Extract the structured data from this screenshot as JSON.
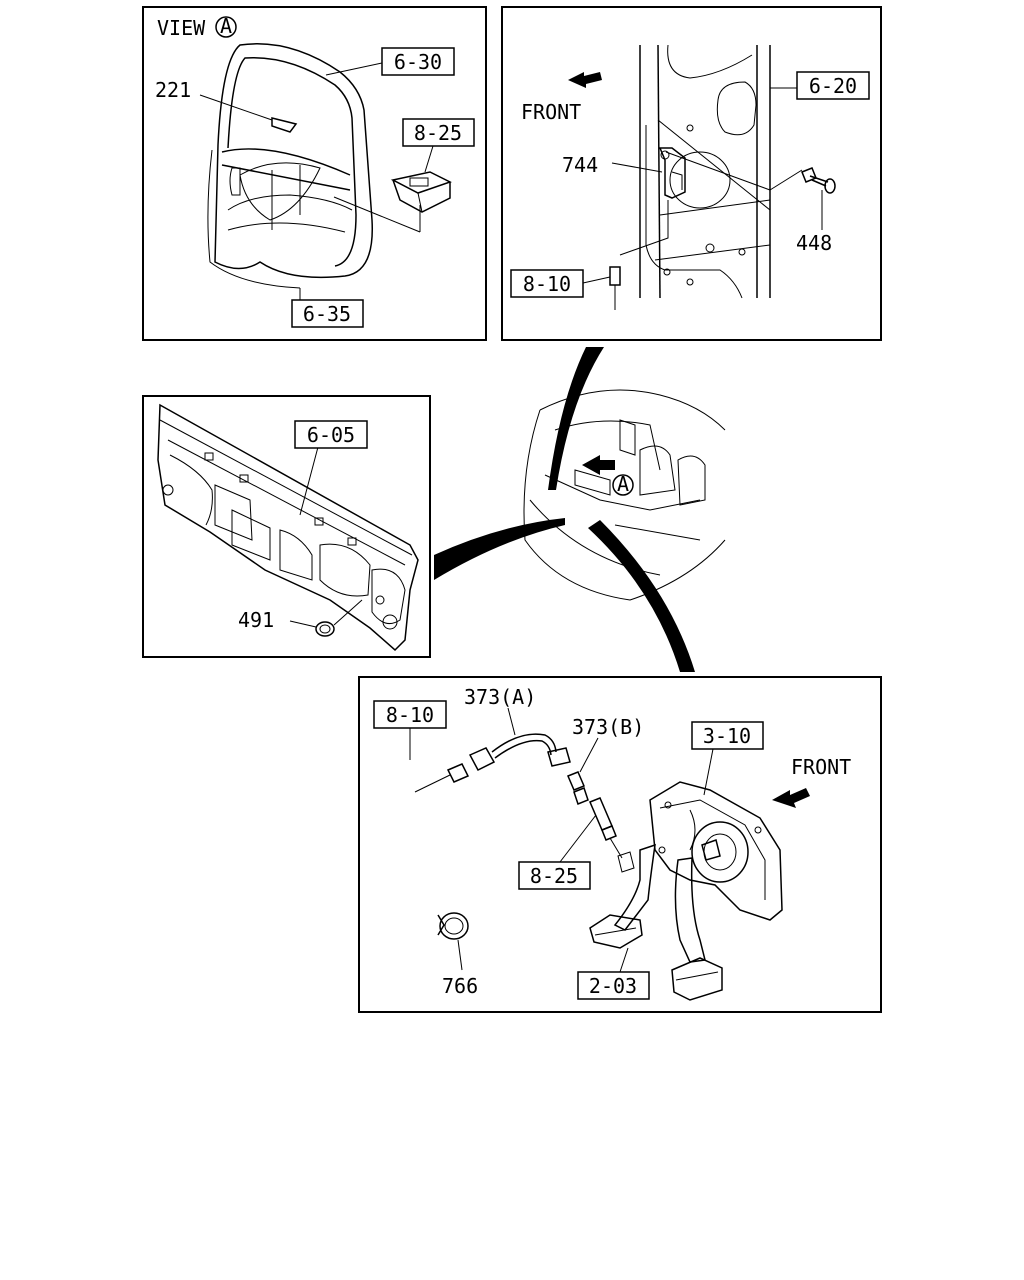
{
  "panels": {
    "view_a": {
      "view_text": "VIEW",
      "view_circle": "A",
      "refs": [
        "6-30",
        "8-25",
        "6-35"
      ],
      "parts": [
        "221"
      ]
    },
    "pillar": {
      "front_text": "FRONT",
      "refs": [
        "6-20",
        "8-10"
      ],
      "parts": [
        "744",
        "448"
      ]
    },
    "dash_panel": {
      "refs": [
        "6-05"
      ],
      "parts": [
        "491"
      ]
    },
    "cab_overview": {
      "circle": "A"
    },
    "pedals": {
      "front_text": "FRONT",
      "refs": [
        "8-10",
        "3-10",
        "8-25",
        "2-03"
      ],
      "parts": [
        "373(A)",
        "373(B)",
        "766"
      ]
    }
  }
}
